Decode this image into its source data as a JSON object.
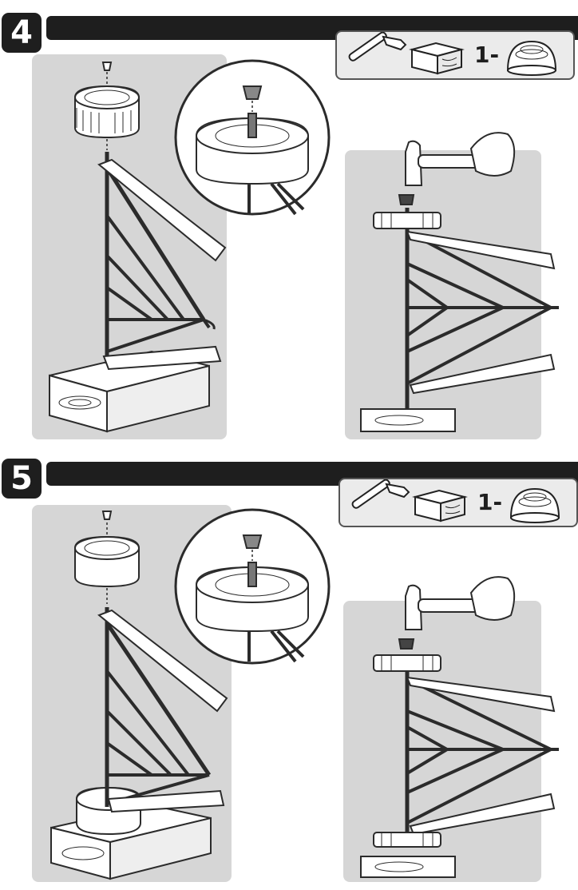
{
  "steps": [
    {
      "number": "4",
      "tools": {
        "quantity_label": "1-"
      }
    },
    {
      "number": "5",
      "tools": {
        "quantity_label": "1-"
      }
    }
  ],
  "icons": [
    "hammer-icon",
    "wood-block-icon",
    "hubcap-icon"
  ],
  "colors": {
    "header_bar": "#1e1e1e",
    "panel_bg": "#d6d6d6",
    "line": "#2b2b2b"
  }
}
